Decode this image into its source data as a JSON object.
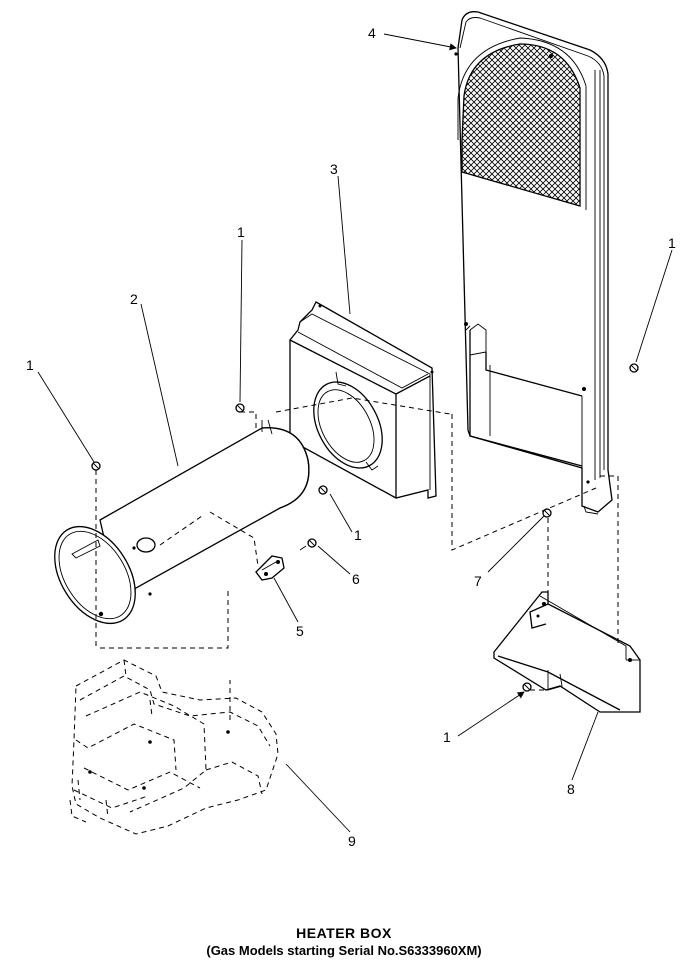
{
  "caption": {
    "title": "HEATER BOX",
    "subtitle": "(Gas Models starting Serial No.S6333960XM)"
  },
  "callouts": {
    "c1a": "1",
    "c1b": "1",
    "c1c": "1",
    "c1d": "1",
    "c1e": "1",
    "c2": "2",
    "c3": "3",
    "c4": "4",
    "c5": "5",
    "c6": "6",
    "c7": "7",
    "c8": "8",
    "c9": "9"
  }
}
